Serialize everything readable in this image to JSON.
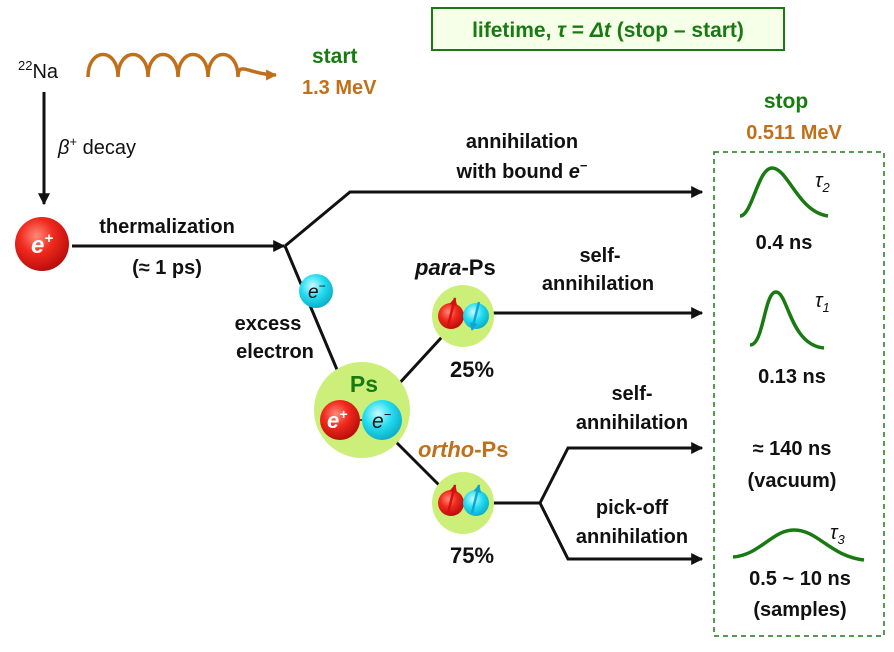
{
  "header": {
    "lifetime_prefix": "lifetime, ",
    "tau_symbol": "τ",
    "equals": " = ",
    "delta_t": "Δt",
    "paren": " (stop – start)"
  },
  "source": {
    "mass_number": "22",
    "element": "Na"
  },
  "start": {
    "label": "start",
    "energy": "1.3 MeV"
  },
  "decay": {
    "beta": "β",
    "plus": "+",
    "text": " decay"
  },
  "positron": {
    "symbol": "e",
    "charge": "+"
  },
  "thermalization": {
    "label": "thermalization",
    "time": "(≈ 1 ps)"
  },
  "bound_annihilation": {
    "line1": "annihilation",
    "line2_prefix": "with bound ",
    "electron": "e",
    "minus": "−"
  },
  "electron_ball": {
    "symbol": "e",
    "charge": "−"
  },
  "excess": {
    "line1": "excess",
    "line2": "electron"
  },
  "ps_atom": {
    "label": "Ps",
    "positron": "e",
    "positron_charge": "+",
    "electron": "e",
    "electron_charge": "−"
  },
  "para": {
    "prefix": "para",
    "suffix": "-Ps",
    "percent": "25%",
    "process_line1": "self-",
    "process_line2": "annihilation"
  },
  "ortho": {
    "prefix": "ortho",
    "suffix": "-Ps",
    "percent": "75%",
    "self_line1": "self-",
    "self_line2": "annihilation",
    "pickoff_line1": "pick-off",
    "pickoff_line2": "annihilation"
  },
  "stop": {
    "label": "stop",
    "energy": "0.511 MeV"
  },
  "results": {
    "tau2_sub": "2",
    "tau2_time": "0.4 ns",
    "tau1_sub": "1",
    "tau1_time": "0.13 ns",
    "vacuum_time": "≈ 140 ns",
    "vacuum_note": "(vacuum)",
    "tau3_sub": "3",
    "tau3_time": "0.5 ~ 10 ns",
    "tau3_note": "(samples)",
    "tau_symbol": "τ"
  },
  "colors": {
    "green": "#1a7a12",
    "orange": "#c0701a",
    "positron_red": "#e41c1c",
    "electron_cyan": "#16d2e8",
    "ps_halo": "#ccef7a"
  }
}
